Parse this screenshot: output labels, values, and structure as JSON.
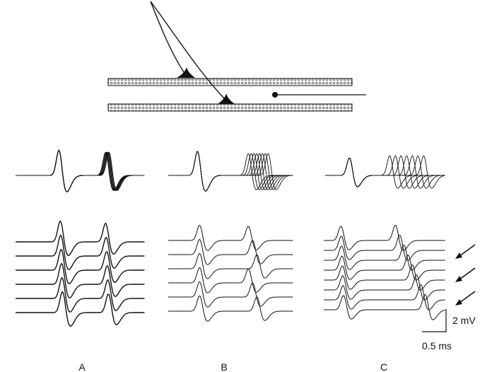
{
  "panels": [
    {
      "label": "A"
    },
    {
      "label": "B"
    },
    {
      "label": "C"
    }
  ],
  "scale_bar": {
    "voltage": "2 mV",
    "time": "0.5 ms"
  },
  "colors": {
    "ink": "#111111",
    "sheath_fill": "#f4f4f4"
  }
}
